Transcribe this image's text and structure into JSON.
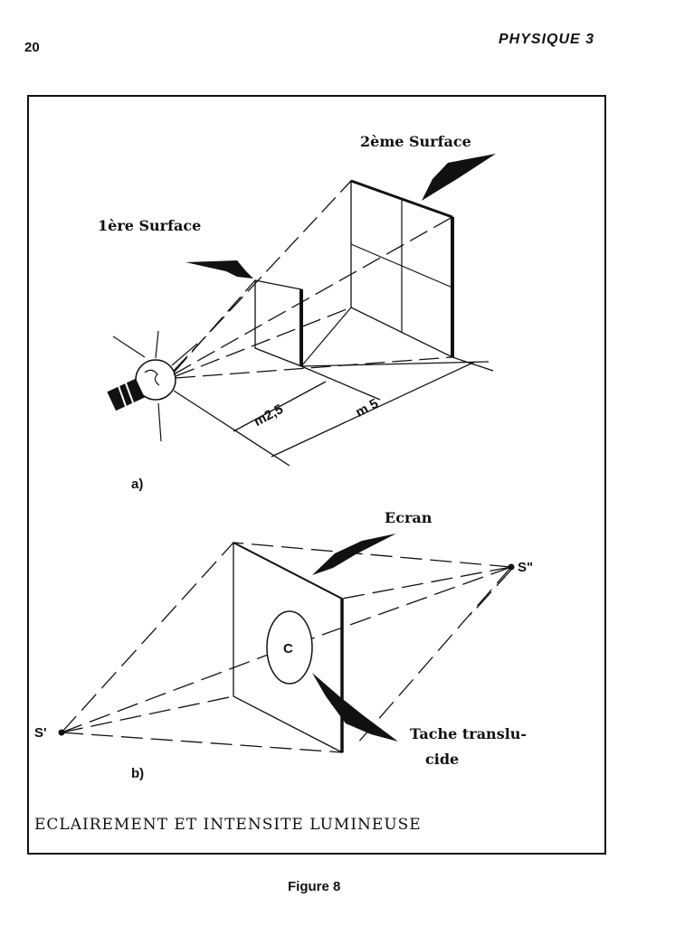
{
  "page": {
    "number": "20",
    "header": "PHYSIQUE 3",
    "caption": "Figure 8"
  },
  "figure": {
    "title": "ECLAIREMENT ET INTENSITE LUMINEUSE",
    "part_a": {
      "label": "a)",
      "surface1": "1ère Surface",
      "surface2": "2ème Surface",
      "dist1": "m2,5",
      "dist2": "m 5"
    },
    "part_b": {
      "label": "b)",
      "screen": "Ecran",
      "spot_line1": "Tache translu-",
      "spot_line2": "cide",
      "center": "C",
      "source1": "S'",
      "source2": "S\""
    }
  }
}
